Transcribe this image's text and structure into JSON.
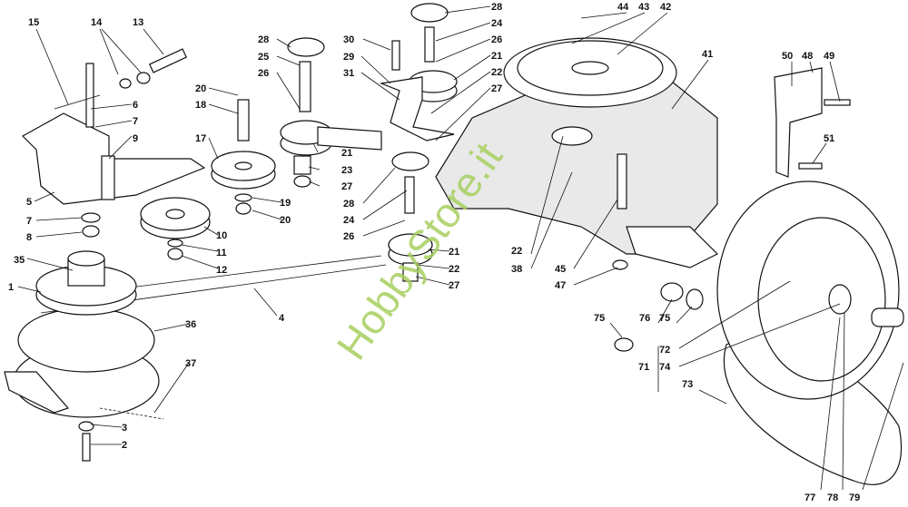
{
  "watermark": "HobbyStore.it",
  "labels": [
    "15",
    "14",
    "13",
    "6",
    "7",
    "9",
    "5",
    "7",
    "8",
    "35",
    "1",
    "36",
    "37",
    "3",
    "2",
    "4",
    "10",
    "11",
    "12",
    "17",
    "18",
    "20",
    "19",
    "20",
    "28",
    "25",
    "26",
    "21",
    "23",
    "27",
    "30",
    "29",
    "31",
    "28",
    "24",
    "26",
    "21",
    "22",
    "27",
    "28",
    "24",
    "26",
    "21",
    "22",
    "27",
    "44",
    "43",
    "42",
    "41",
    "50",
    "48",
    "49",
    "51",
    "22",
    "38",
    "45",
    "47",
    "75",
    "76",
    "75",
    "72",
    "71",
    "74",
    "73",
    "77",
    "78",
    "79"
  ]
}
